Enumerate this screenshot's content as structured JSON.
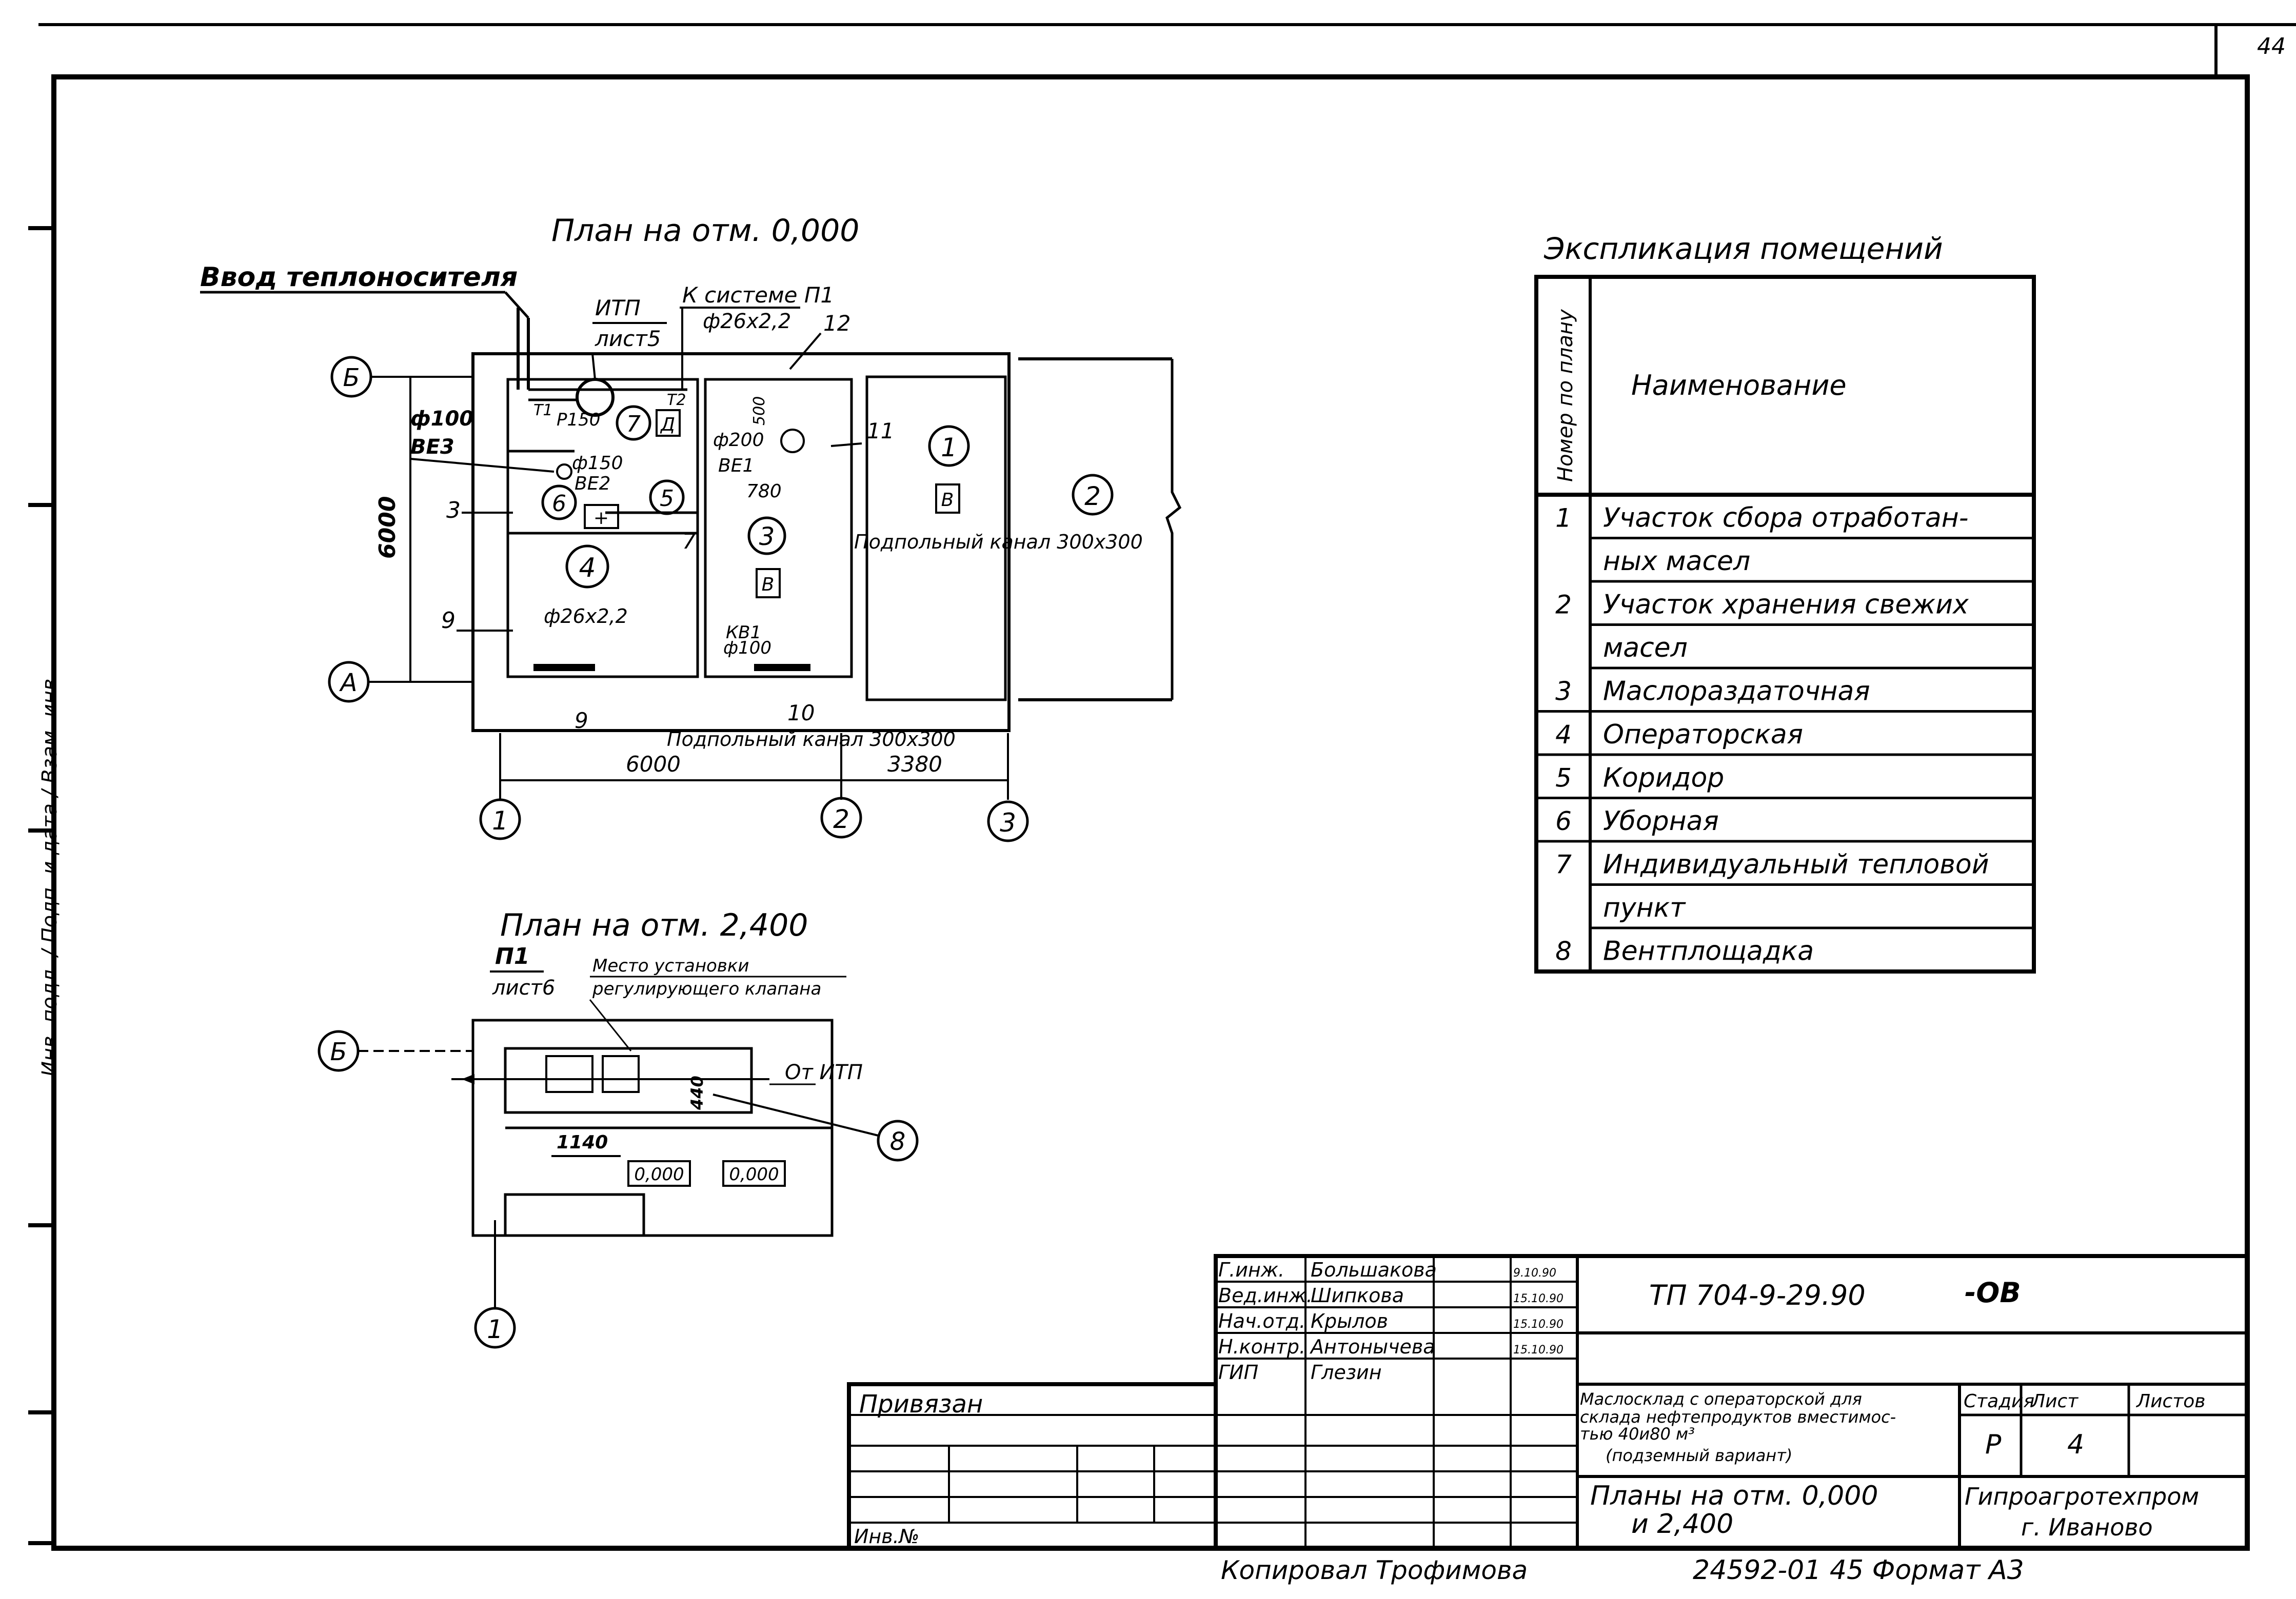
{
  "sheet": {
    "page_corner": "44",
    "format_note": "Копировал Трофимова",
    "stamp_line": "24592-01   45   Формат А3",
    "side_stamp": "Инв. подл. / Подп. и дата / Взам. инв."
  },
  "plan1": {
    "title": "План на отм. 0,000",
    "inlet_label": "Ввод теплоносителя",
    "itp_ref": "ИТП",
    "itp_sheet": "лист5",
    "to_system": "К системе П1",
    "pipe1": "ф26х2,2",
    "pipe2": "ф26х2,2",
    "d100": "ф100",
    "be3": "ВЕ3",
    "d150": "ф150",
    "p150": "Р150",
    "be2": "ВЕ2",
    "d200": "ф200",
    "be1": "ВЕ1",
    "dim780": "780",
    "dim500": "500",
    "kv1": "КВ1",
    "d100b": "ф100",
    "canal_right": "Подпольный канал 300х300",
    "canal_bottom": "Подпольный канал 300х300",
    "dim6000v": "6000",
    "dim6000h": "6000",
    "dim3380": "3380",
    "t1": "Т1",
    "t2": "Т2",
    "room_tags": [
      "1",
      "2",
      "3",
      "4",
      "5",
      "6",
      "7"
    ],
    "leaders": [
      "3",
      "9",
      "7",
      "9",
      "10",
      "11",
      "12"
    ],
    "axis_rows": [
      "Б",
      "А"
    ],
    "axis_cols": [
      "1",
      "2",
      "3"
    ],
    "b_marks": [
      "В",
      "В",
      "Д",
      "+"
    ]
  },
  "plan2": {
    "title": "План на отм. 2,400",
    "p1": "П1",
    "p1_sheet": "лист6",
    "valve_place": "Место установки",
    "valve_place2": "регулирующего клапана",
    "from_itp": "От ИТП",
    "dim1140": "1140",
    "dim440": "440",
    "level1": "0,000",
    "level2": "0,000",
    "tag8": "8",
    "axis_row": "Б",
    "axis_col": "1"
  },
  "explication": {
    "title": "Экспликация помещений",
    "col_num": "Номер по плану",
    "col_name": "Наименование",
    "rows": [
      {
        "num": "1",
        "name": "Участок сбора отработан-"
      },
      {
        "num": "",
        "name": "ных масел"
      },
      {
        "num": "2",
        "name": "Участок хранения свежих"
      },
      {
        "num": "",
        "name": "масел"
      },
      {
        "num": "3",
        "name": "Маслораздаточная"
      },
      {
        "num": "4",
        "name": "Операторская"
      },
      {
        "num": "5",
        "name": "Коридор"
      },
      {
        "num": "6",
        "name": "Уборная"
      },
      {
        "num": "7",
        "name": "Индивидуальный тепловой"
      },
      {
        "num": "",
        "name": "пункт"
      },
      {
        "num": "8",
        "name": "Вентплощадка"
      }
    ]
  },
  "title_block": {
    "signers": [
      {
        "role": "Г.инж.",
        "name": "Большакова",
        "date": "9.10.90"
      },
      {
        "role": "Вед.инж.",
        "name": "Шипкова",
        "date": "15.10.90"
      },
      {
        "role": "Нач.отд.",
        "name": "Крылов",
        "date": "15.10.90"
      },
      {
        "role": "Н.контр.",
        "name": "Антонычева",
        "date": "15.10.90"
      },
      {
        "role": "ГИП",
        "name": "Глезин",
        "date": ""
      }
    ],
    "tied": "Привязан",
    "inv": "Инв.№",
    "doc_code": "ТП 704-9-29.90",
    "doc_suffix": "-ОВ",
    "project_1": "Маслосклад с операторской для",
    "project_2": "склада нефтепродуктов вместимос-",
    "project_3": "тью 40и80 м³",
    "project_4": "(подземный вариант)",
    "sheet_title_1": "Планы на отм. 0,000",
    "sheet_title_2": "и 2,400",
    "stage_h": "Стадия",
    "sheet_h": "Лист",
    "sheets_h": "Листов",
    "stage": "Р",
    "sheet": "4",
    "org_1": "Гипроагротехпром",
    "org_2": "г. Иваново"
  }
}
